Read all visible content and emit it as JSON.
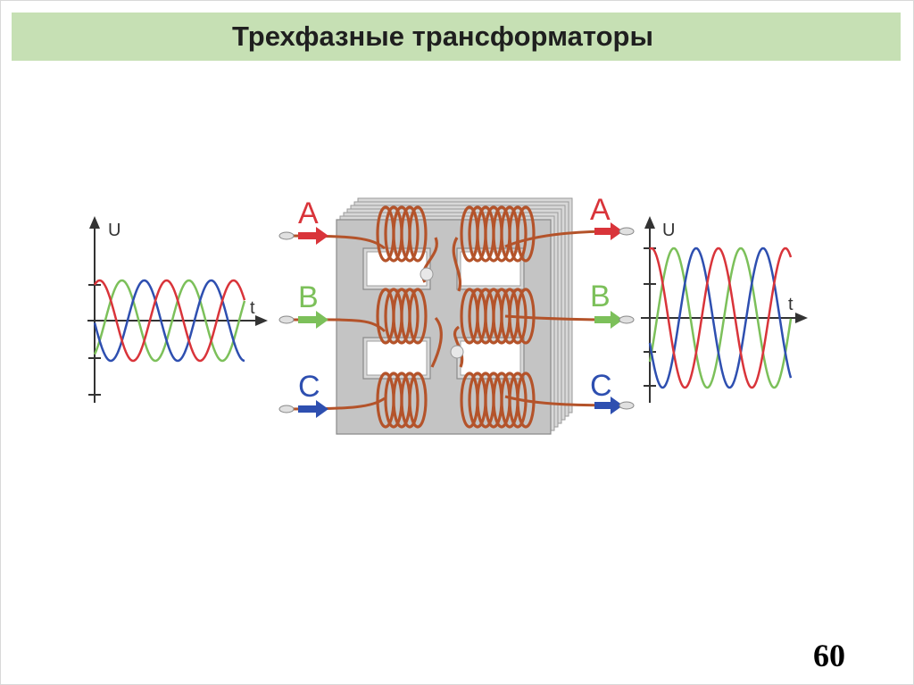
{
  "slide": {
    "title": "Трехфазные трансформаторы",
    "page_number": "60"
  },
  "diagram": {
    "input_graph": {
      "y_axis_label": "U",
      "x_axis_label": "t"
    },
    "output_graph": {
      "y_axis_label": "U",
      "x_axis_label": "t"
    },
    "input_phases": [
      "A",
      "B",
      "C"
    ],
    "output_phases": [
      "A",
      "B",
      "C"
    ],
    "colors": {
      "phase_a": "#d9343a",
      "phase_b": "#7cc05a",
      "phase_c": "#2e4fb0",
      "copper": "#b4532a",
      "core": "#bdbdbd",
      "header": "#c6e0b4"
    }
  }
}
